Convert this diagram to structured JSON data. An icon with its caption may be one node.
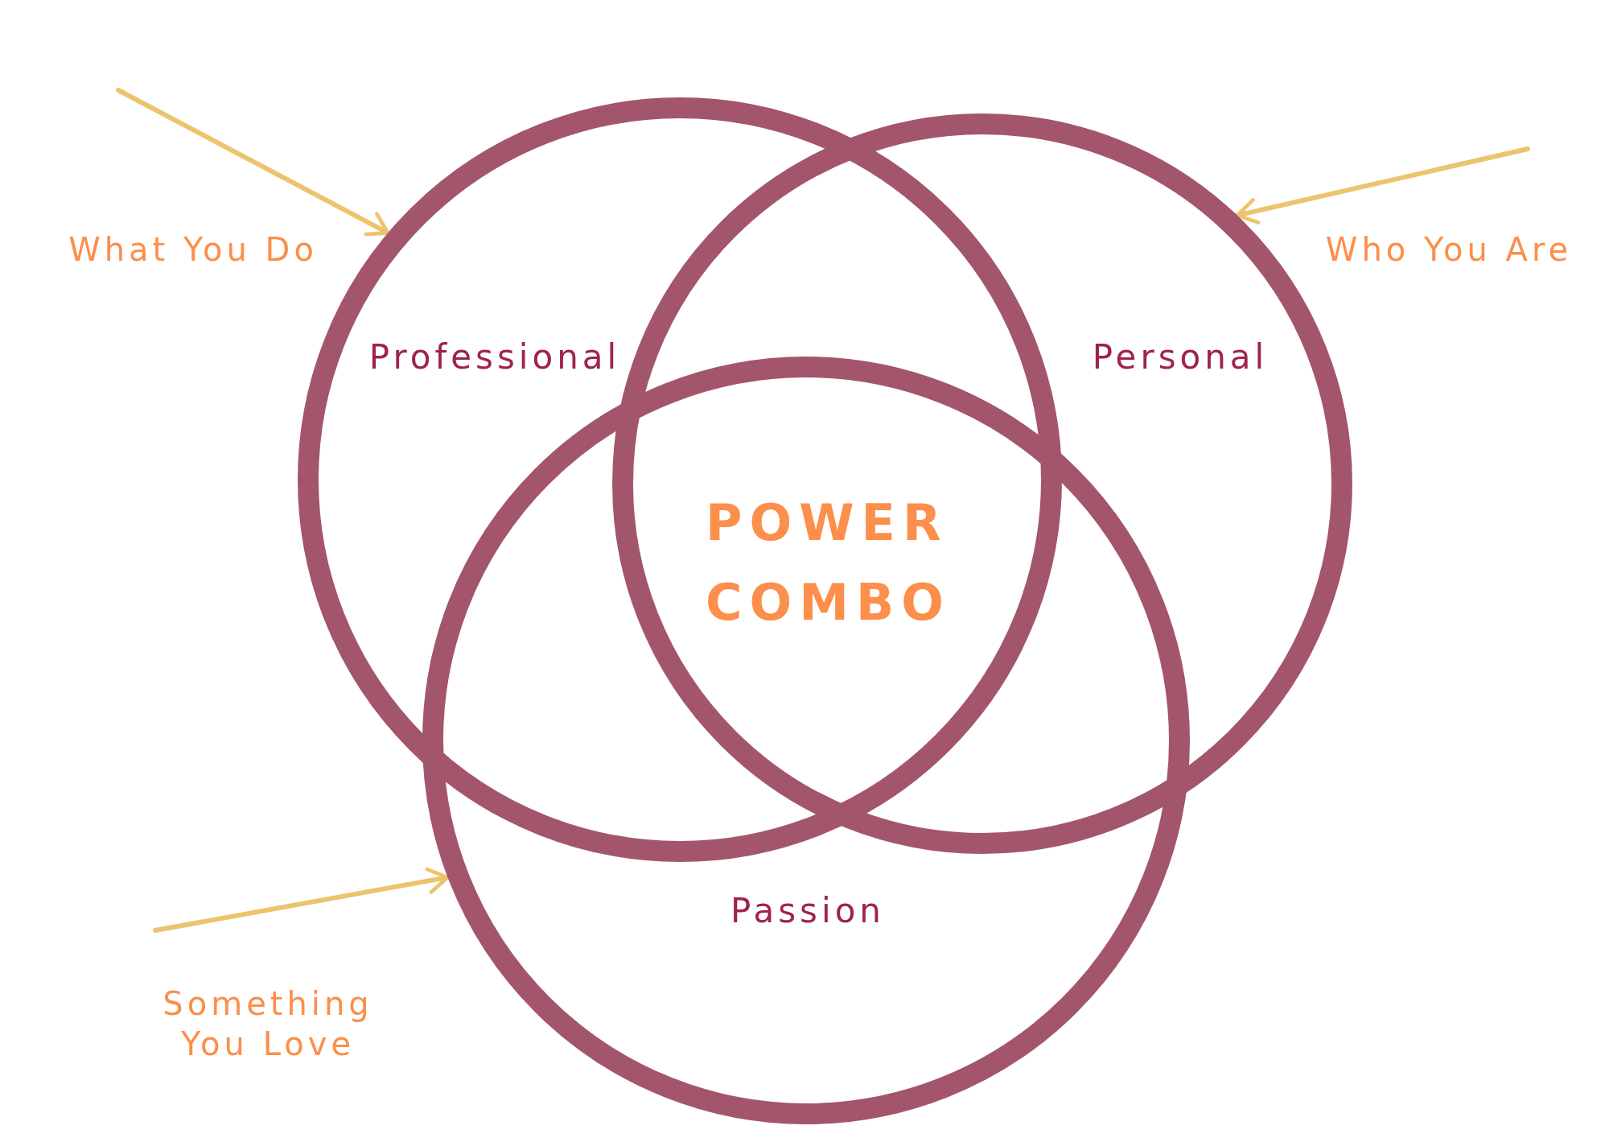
{
  "diagram": {
    "nodes": [
      {
        "text": [
          "What You Do"
        ]
      },
      {
        "text": [
          "Professional"
        ]
      },
      {
        "text": [
          "Who You Are"
        ]
      },
      {
        "text": [
          "Personal"
        ]
      },
      {
        "text": [
          "Something You Love"
        ]
      },
      {
        "text": [
          "Passion"
        ]
      }
    ],
    "edges": [
      {
        "from": null,
        "to": 1,
        "arrow": "to"
      },
      {
        "from": null,
        "to": 3,
        "arrow": "to"
      },
      {
        "from": 4,
        "to": 5,
        "arrow": "to"
      }
    ],
    "labels": [
      "POWER COMBO"
    ]
  }
}
